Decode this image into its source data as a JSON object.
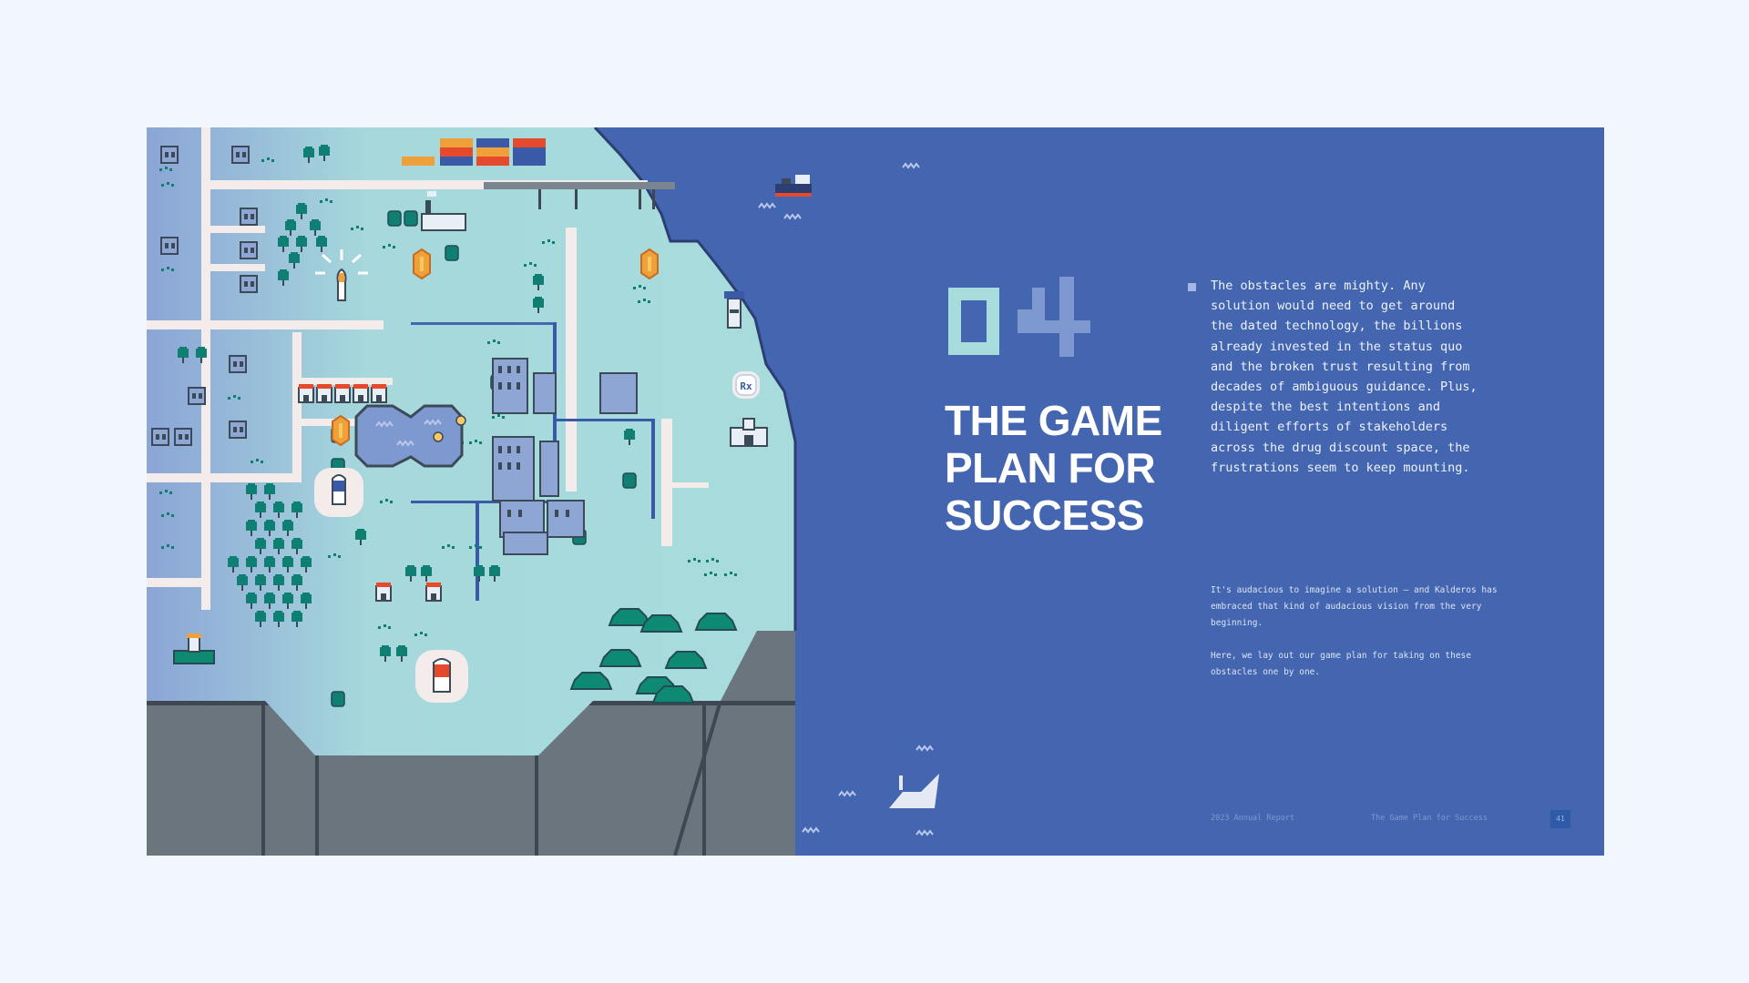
{
  "chapter": {
    "number": "04",
    "title_line1": "THE GAME",
    "title_line2": "PLAN FOR",
    "title_line3": "SUCCESS"
  },
  "body": {
    "paragraph": "The obstacles are mighty. Any solution would need to get around the dated technology, the billions already invested in the status quo and the broken trust resulting from decades of ambiguous guidance. Plus, despite the best intentions and diligent efforts of stakeholders across the drug discount space, the frustrations seem to keep mounting.",
    "small_paragraph_1": "It's audacious to imagine a solution – and Kalderos has embraced that kind of audacious vision from the very beginning.",
    "small_paragraph_2": "Here, we lay out our game plan for taking on these obstacles one by one."
  },
  "map": {
    "pharmacy_badge": "Rx"
  },
  "footer": {
    "report_name": "2023 Annual Report",
    "section_name": "The Game Plan for Success",
    "page_number": "41"
  },
  "colors": {
    "page_background": "#f2f6fd",
    "ocean": "#4466b0",
    "land": "#a6d8dc",
    "cliff": "#6b757d",
    "tree": "#0f7e73",
    "road": "#f4ecea",
    "lake": "#7e98d0"
  }
}
